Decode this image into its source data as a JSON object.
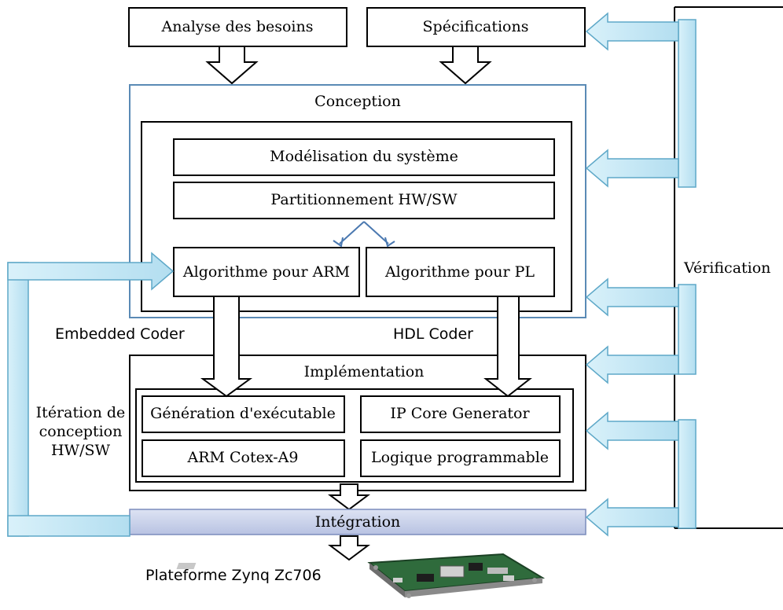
{
  "diagram": {
    "analyse": "Analyse des besoins",
    "specifications": "Spécifications",
    "conception": "Conception",
    "modelisation": "Modélisation du système",
    "partitionnement": "Partitionnement HW/SW",
    "algo_arm": "Algorithme pour ARM",
    "algo_pl": "Algorithme pour PL",
    "embedded_coder": "Embedded Coder",
    "hdl_coder": "HDL Coder",
    "implementation": "Implémentation",
    "generation": "Génération d'exécutable",
    "ip_core": "IP Core Generator",
    "arm_cortex": "ARM Cotex-A9",
    "logique": "Logique programmable",
    "integration": "Intégration",
    "verification": "Vérification",
    "iteration": "Itération de conception HW/SW",
    "plateforme": "Plateforme Zynq Zc706"
  },
  "colors": {
    "arrow_fill": "#c6e8f5",
    "arrow_stroke": "#5ea8c8",
    "outer_frame": "#5a8ab5",
    "integration_fill": "#c5cde6",
    "split_arrow": "#4a78b0",
    "board_green": "#2f6b3c"
  }
}
